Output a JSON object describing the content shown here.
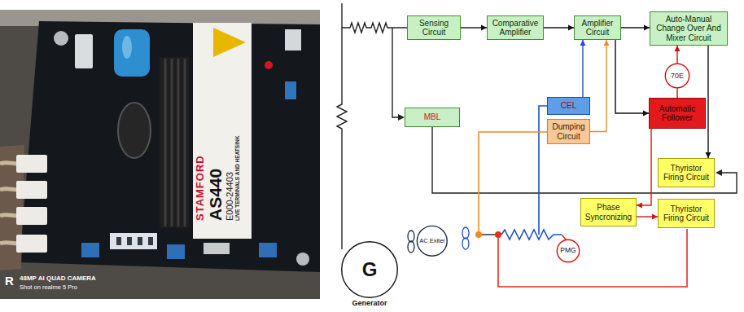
{
  "diagram": {
    "nodes": [
      {
        "text": [
          "Sensing Circuit"
        ]
      },
      {
        "text": [
          "Comparative Amplifier"
        ]
      },
      {
        "text": [
          "Amplifier Circuit"
        ]
      },
      {
        "text": [
          "Auto-Manual Change Over And Mixer Circuit"
        ]
      },
      {
        "text": [
          "70E"
        ]
      },
      {
        "text": [
          "MBL"
        ]
      },
      {
        "text": [
          "CEL"
        ]
      },
      {
        "text": [
          "Dumping Circuit"
        ]
      },
      {
        "text": [
          "Automatic Follower"
        ]
      },
      {
        "text": [
          "Thyristor Firing Circuit"
        ]
      },
      {
        "text": [
          "Phase Syncronizing"
        ]
      },
      {
        "text": [
          "Thyristor Firing Circuit"
        ]
      },
      {
        "text": [
          "AC Exiter"
        ]
      },
      {
        "text": [
          "PMG"
        ]
      },
      {
        "text": [
          "G",
          "Generator"
        ]
      }
    ],
    "edges": [
      {
        "from": 0,
        "to": 1,
        "arrow": "to"
      },
      {
        "from": 1,
        "to": 2,
        "arrow": "to"
      },
      {
        "from": 2,
        "to": 3,
        "arrow": "to"
      },
      {
        "from": 2,
        "to": 8,
        "arrow": "to"
      },
      {
        "from": 4,
        "to": 3,
        "arrow": "to"
      },
      {
        "from": 8,
        "to": 4,
        "arrow": "none"
      },
      {
        "from": 6,
        "to": 2,
        "arrow": "to"
      },
      {
        "from": 7,
        "to": 2,
        "arrow": "to"
      },
      {
        "from": 3,
        "to": 9,
        "arrow": "to"
      },
      {
        "from": 8,
        "to": 10,
        "arrow": "to"
      },
      {
        "from": 10,
        "to": 11,
        "arrow": "to"
      }
    ],
    "labels": [
      "STAMFORD",
      "AS440",
      "E000-24403",
      "LIVE TERMINALS AND HEATSINK",
      "R",
      "48MP AI QUAD CAMERA",
      "Shot on realme 5 Pro"
    ]
  }
}
